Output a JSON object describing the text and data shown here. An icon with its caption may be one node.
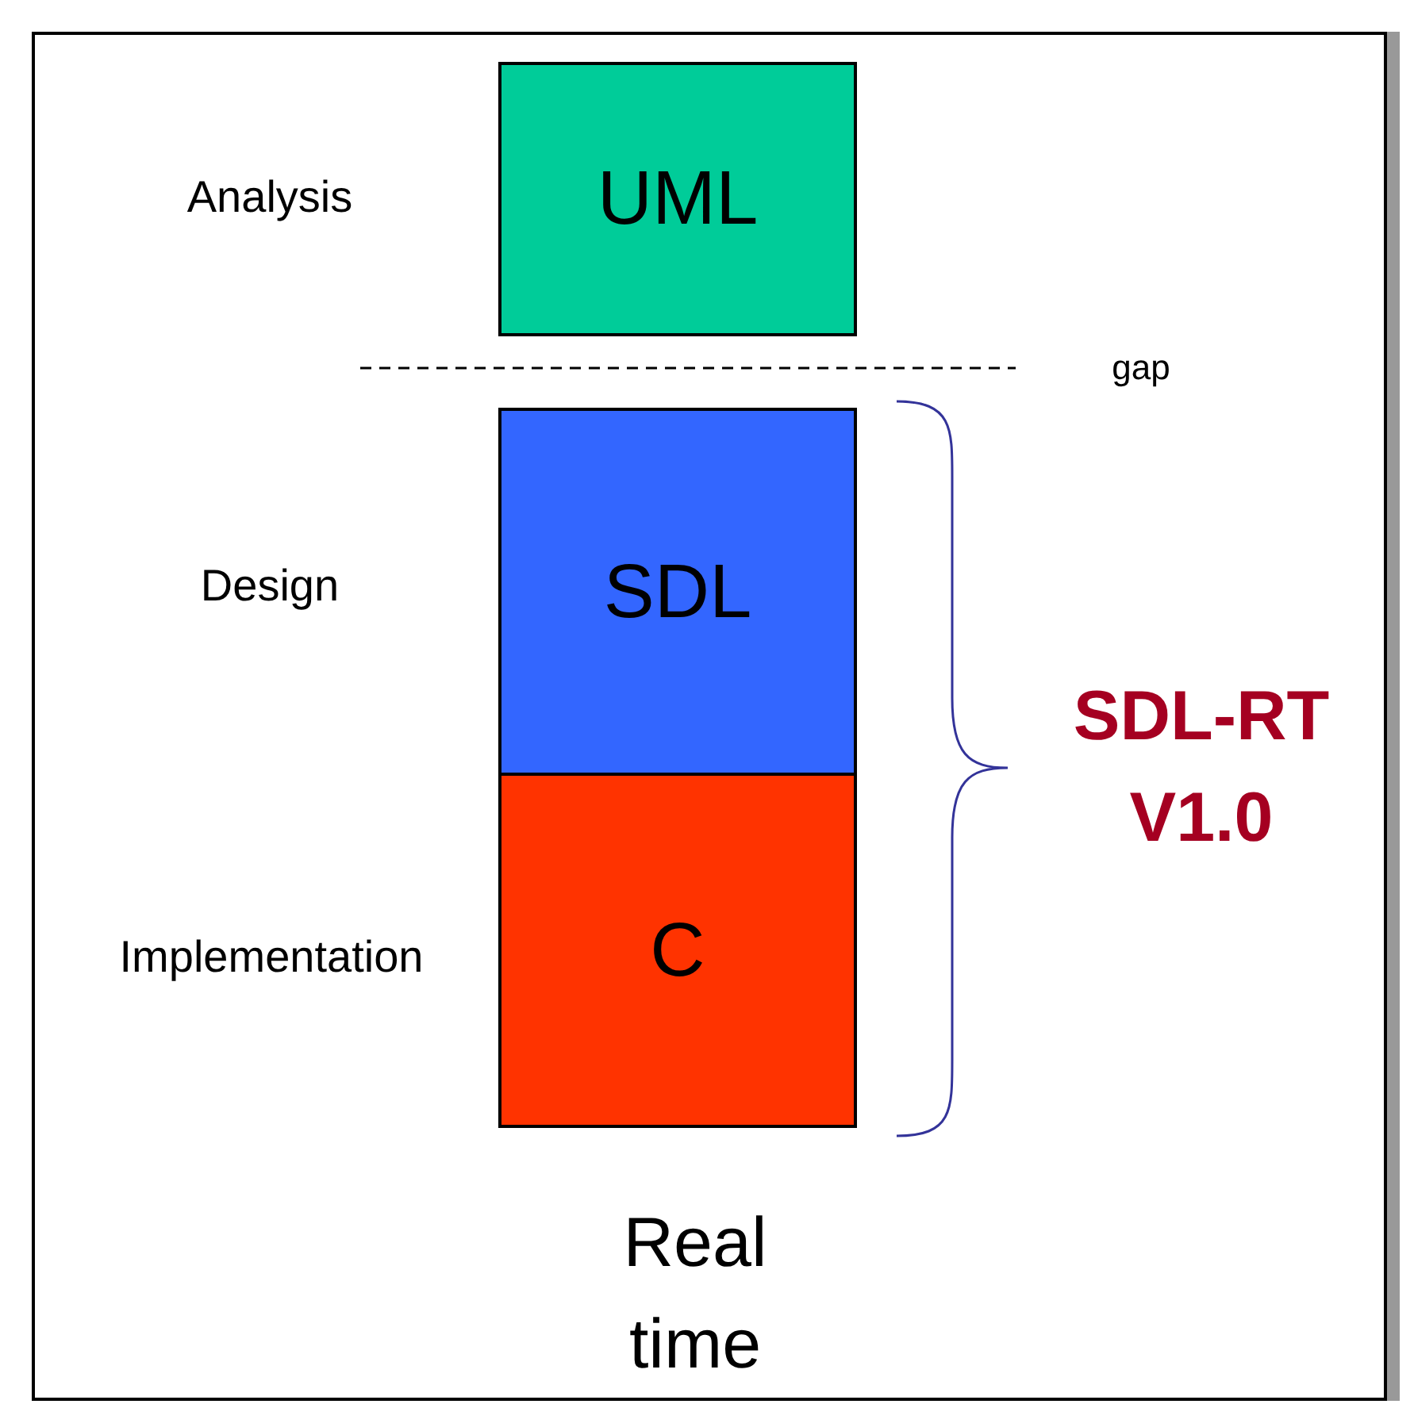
{
  "diagram": {
    "nodes": [
      {
        "text": [
          "UML"
        ]
      },
      {
        "text": [
          "SDL"
        ]
      },
      {
        "text": [
          "C"
        ]
      }
    ],
    "labels": [
      "Analysis",
      "gap",
      "Design",
      "Implementation",
      "SDL-RT V1.0",
      "Real time"
    ]
  }
}
